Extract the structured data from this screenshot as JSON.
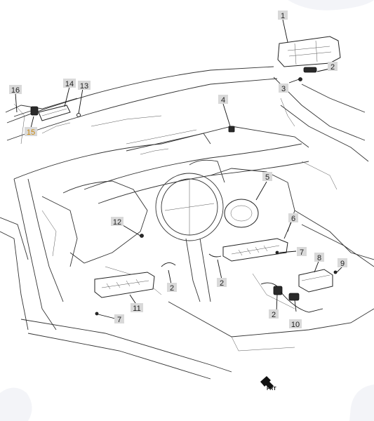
{
  "diagram": {
    "callouts": [
      {
        "id": "c1",
        "label": "1"
      },
      {
        "id": "c2a",
        "label": "2"
      },
      {
        "id": "c2b",
        "label": "2"
      },
      {
        "id": "c2c",
        "label": "2"
      },
      {
        "id": "c2d",
        "label": "2"
      },
      {
        "id": "c3",
        "label": "3"
      },
      {
        "id": "c4",
        "label": "4"
      },
      {
        "id": "c5",
        "label": "5"
      },
      {
        "id": "c6",
        "label": "6"
      },
      {
        "id": "c7a",
        "label": "7"
      },
      {
        "id": "c7b",
        "label": "7"
      },
      {
        "id": "c8",
        "label": "8"
      },
      {
        "id": "c9",
        "label": "9"
      },
      {
        "id": "c10",
        "label": "10"
      },
      {
        "id": "c11",
        "label": "11"
      },
      {
        "id": "c12",
        "label": "12"
      },
      {
        "id": "c13",
        "label": "13"
      },
      {
        "id": "c14",
        "label": "14"
      },
      {
        "id": "c15",
        "label": "15",
        "color": "#c8860a"
      },
      {
        "id": "c16",
        "label": "16"
      }
    ],
    "direction_label": "FRT",
    "colors": {
      "line": "#333333",
      "callout_highlight": "#c8860a",
      "callout_box": "#d9d9d9"
    }
  }
}
